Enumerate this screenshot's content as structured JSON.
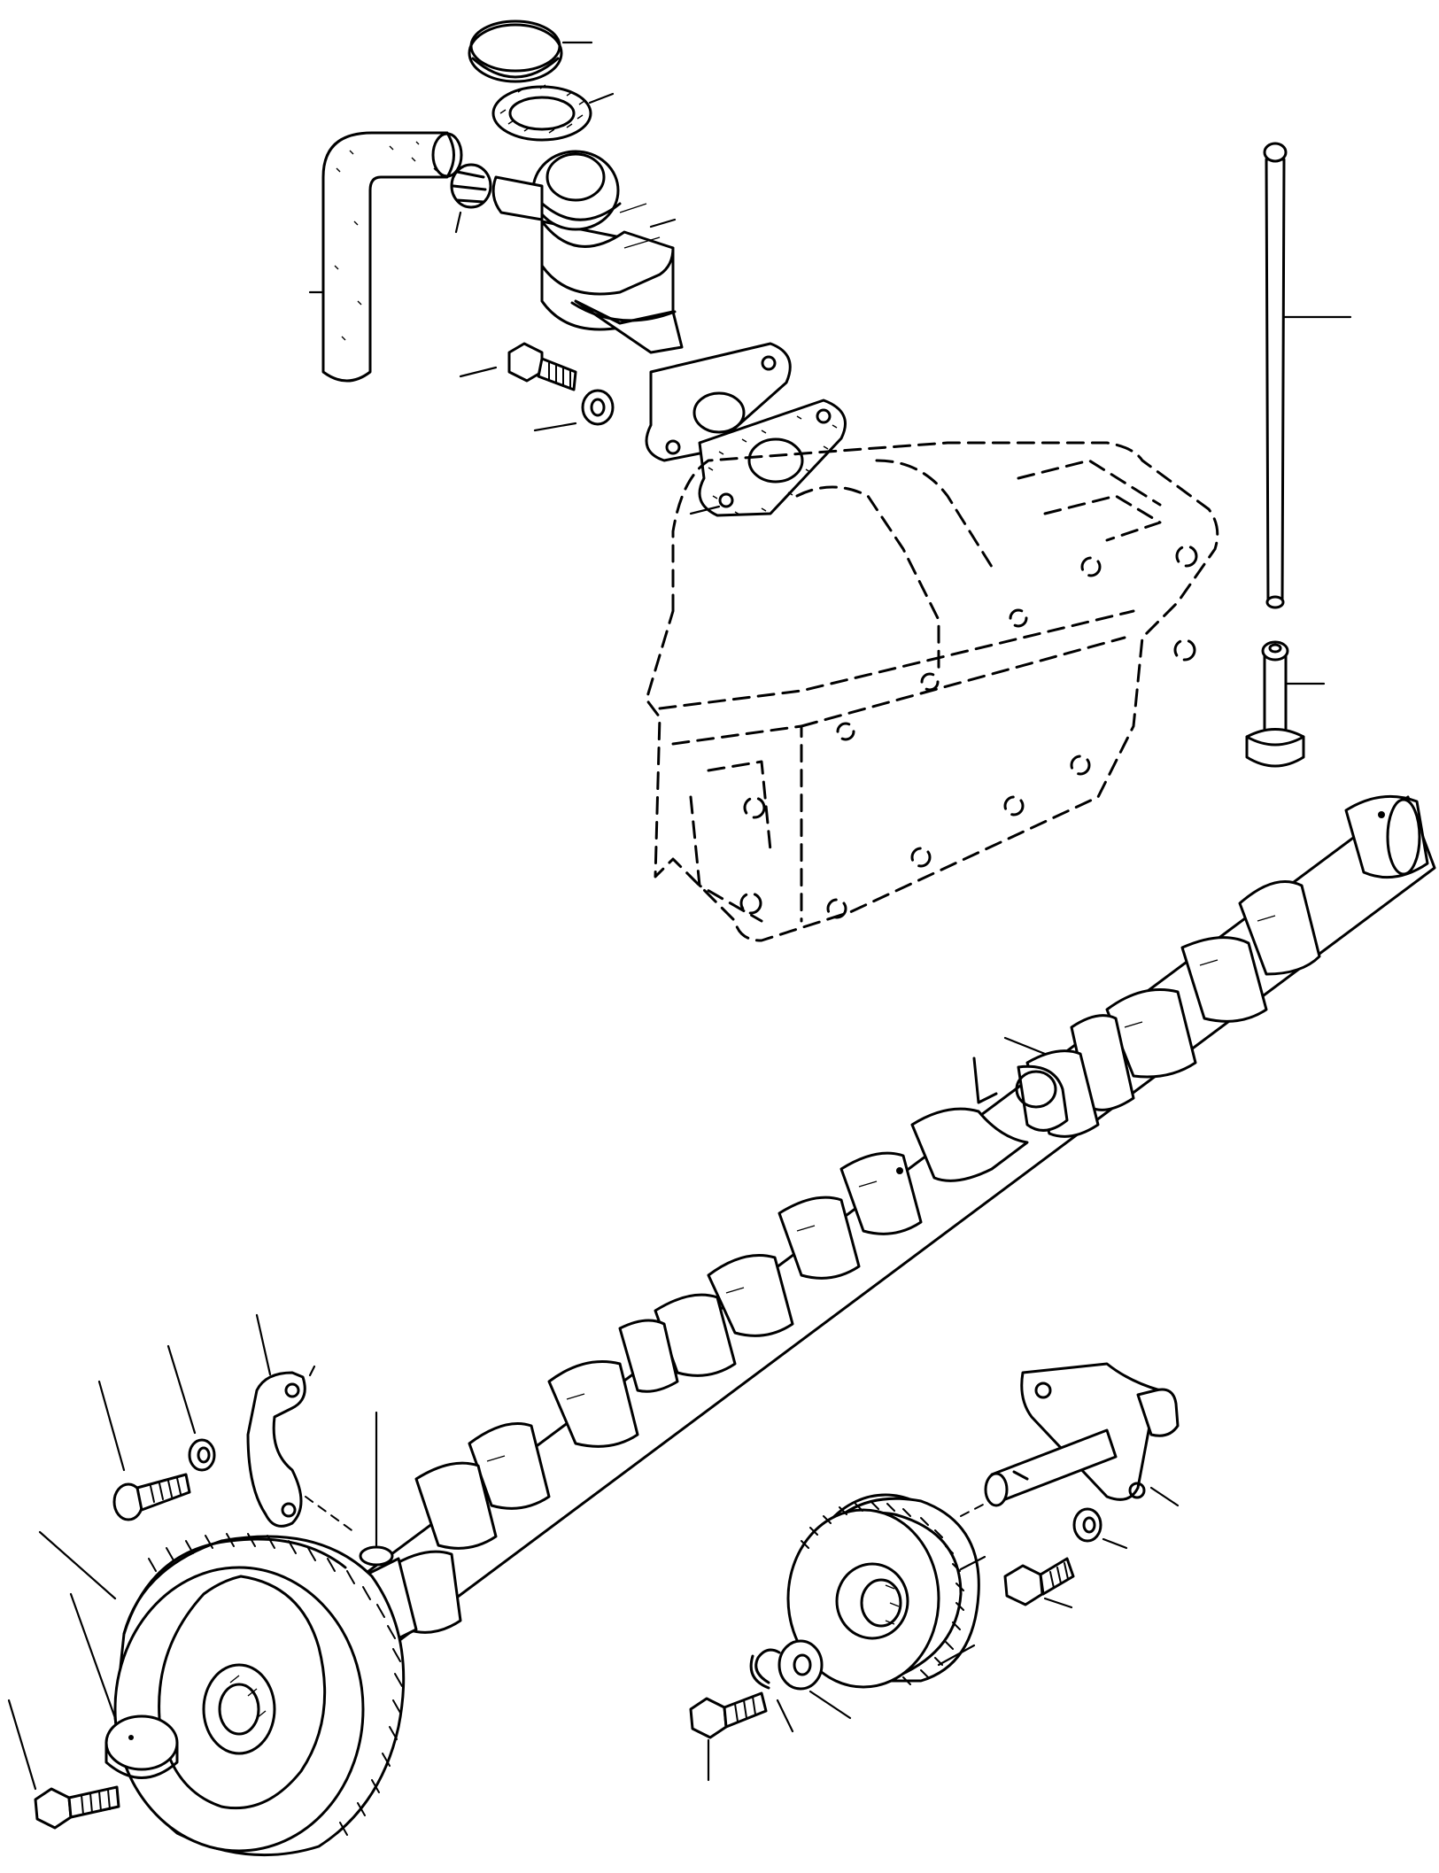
{
  "drawing": {
    "kind": "exploded-parts-view",
    "text": ""
  },
  "parts": {
    "cap": "cap",
    "cap_seal": "cap-seal",
    "breather_hose": "breather-hose",
    "hose_clamp": "hose-clamp",
    "breather_body": "breather-body",
    "mounting_bolt": "mounting-bolt",
    "lock_washer": "lock-washer",
    "flange_gasket": "flange-gasket",
    "push_rod": "push-rod",
    "tappet": "tappet",
    "cylinder_block": "cylinder-block",
    "camshaft": "camshaft",
    "camshaft_gear": "camshaft-gear",
    "idler_gear": "idler-gear",
    "idler_shaft": "idler-shaft"
  }
}
